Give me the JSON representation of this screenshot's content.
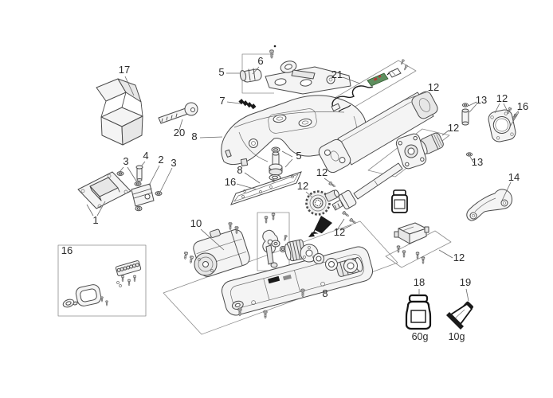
{
  "diagram": {
    "callouts": [
      {
        "label": "17"
      },
      {
        "label": "20"
      },
      {
        "label": "3"
      },
      {
        "label": "4"
      },
      {
        "label": "2"
      },
      {
        "label": "3"
      },
      {
        "label": "1"
      },
      {
        "label": "5"
      },
      {
        "label": "6"
      },
      {
        "label": "7"
      },
      {
        "label": "8"
      },
      {
        "label": "21"
      },
      {
        "label": "12"
      },
      {
        "label": "13"
      },
      {
        "label": "12"
      },
      {
        "label": "16"
      },
      {
        "label": "12"
      },
      {
        "label": "5"
      },
      {
        "label": "8"
      },
      {
        "label": "16"
      },
      {
        "label": "12"
      },
      {
        "label": "12"
      },
      {
        "label": "13"
      },
      {
        "label": "14"
      },
      {
        "label": "10"
      },
      {
        "label": "12"
      },
      {
        "label": "12"
      },
      {
        "label": "8"
      },
      {
        "label": "18"
      },
      {
        "label": "19"
      },
      {
        "label": "60g"
      },
      {
        "label": "10g"
      },
      {
        "label": "16"
      }
    ],
    "colors": {
      "pcb_green": "#5e8e5e",
      "wire_black": "#1a1a1a"
    }
  }
}
